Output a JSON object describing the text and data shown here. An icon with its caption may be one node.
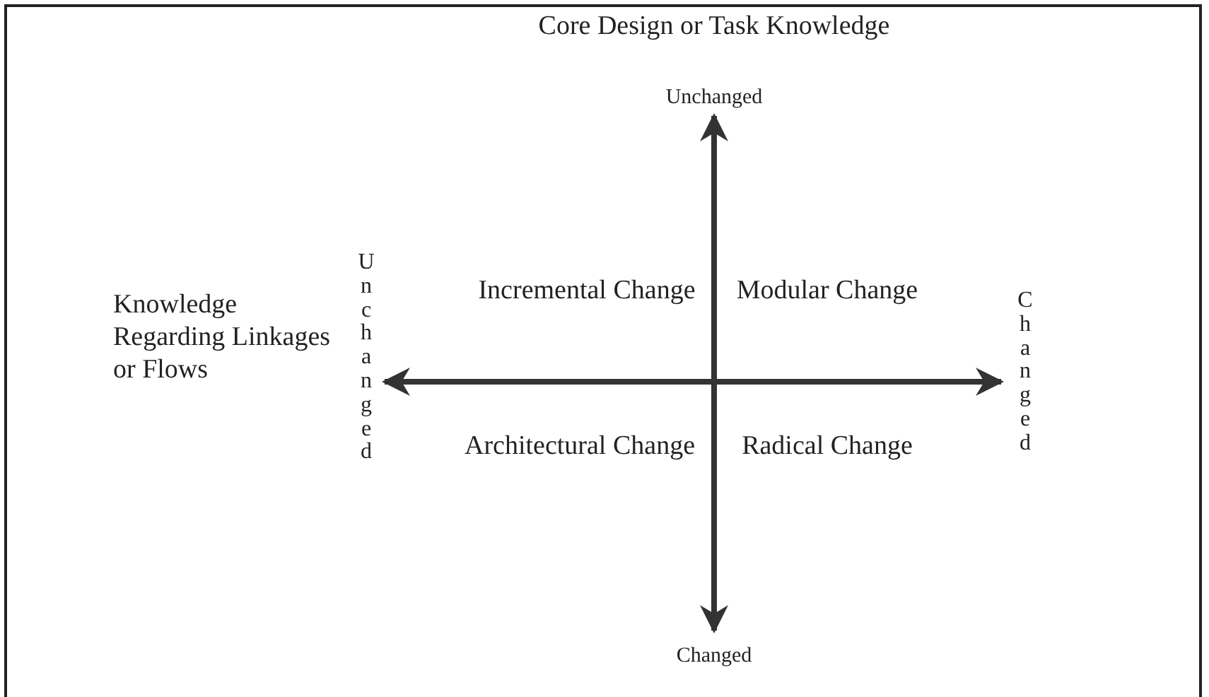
{
  "diagram": {
    "labels": [
      "Core Design or Task Knowledge",
      "Unchanged",
      "Knowledge Regarding Linkages or Flows",
      "Unchanged",
      "Incremental Change",
      "Modular Change",
      "Changed",
      "Architectural Change",
      "Radical Change",
      "Changed"
    ]
  }
}
